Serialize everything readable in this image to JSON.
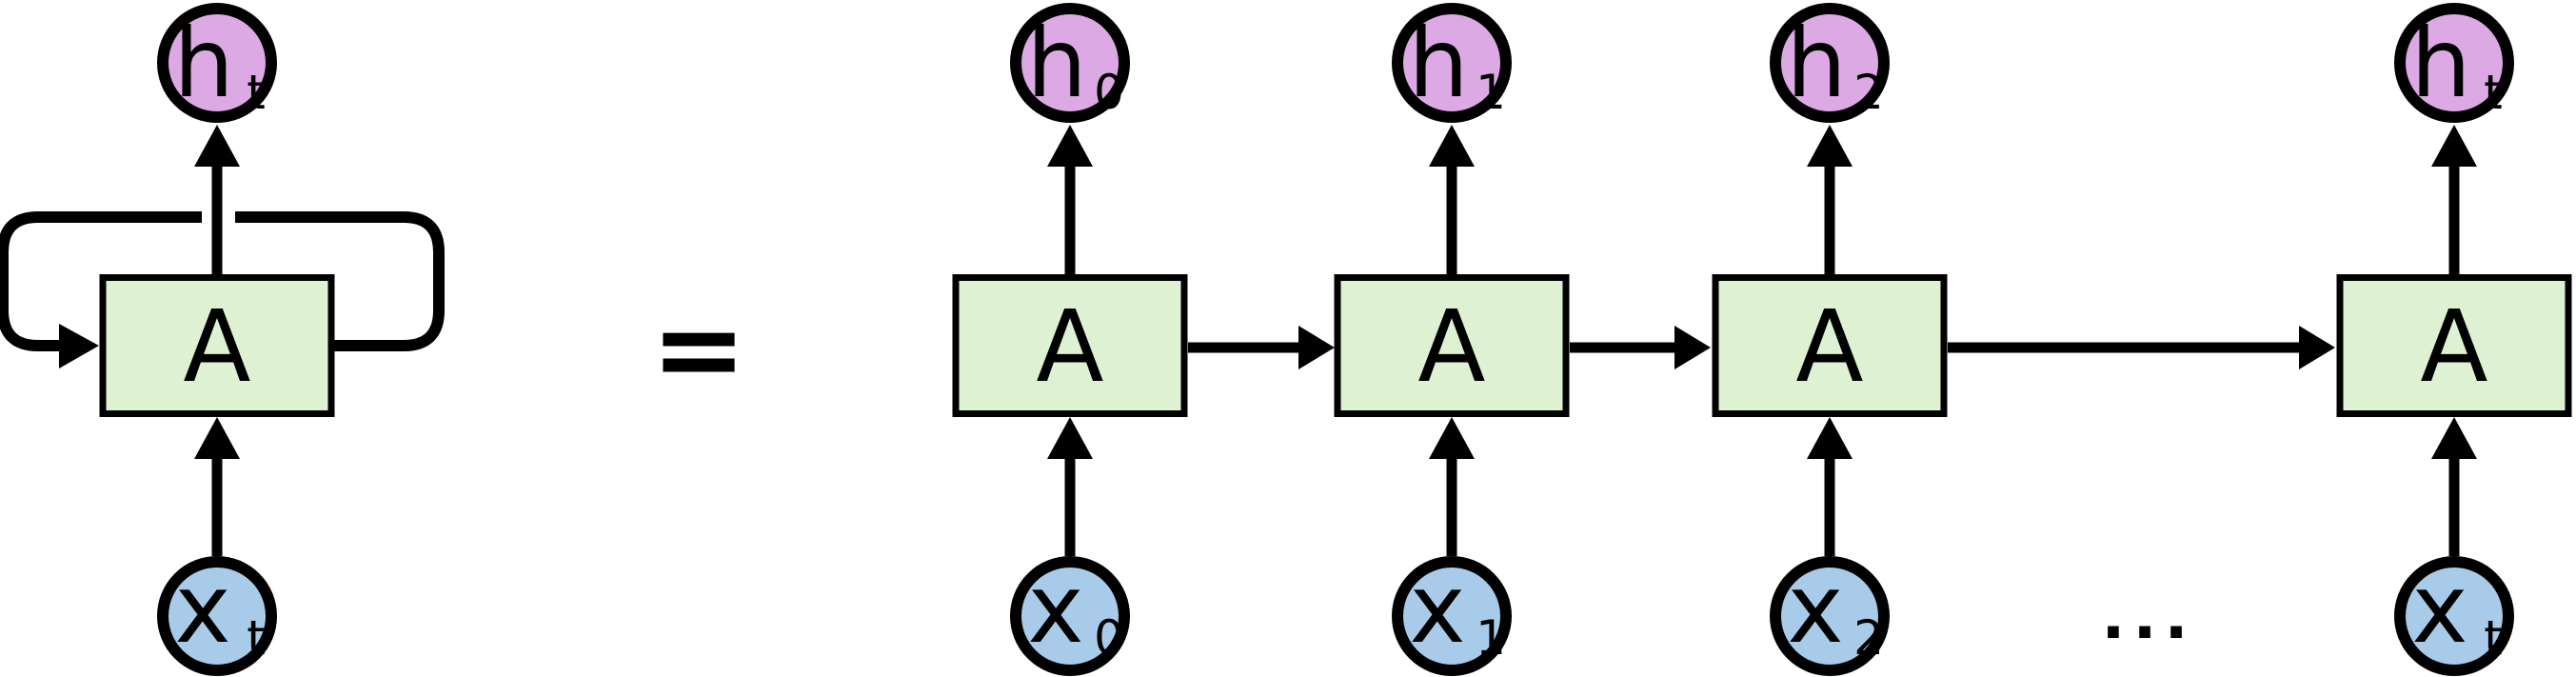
{
  "diagram": {
    "equals": "=",
    "dots": "...",
    "colors": {
      "hidden_fill": "#dca9e4",
      "input_fill": "#a7cbe8",
      "cell_fill": "#dff1d3",
      "line": "#000000"
    },
    "rolled": {
      "hidden": {
        "base": "h",
        "sub": "t"
      },
      "cell": "A",
      "input": {
        "base": "x",
        "sub": "t"
      }
    },
    "unrolled": [
      {
        "hidden": {
          "base": "h",
          "sub": "0"
        },
        "cell": "A",
        "input": {
          "base": "x",
          "sub": "0"
        }
      },
      {
        "hidden": {
          "base": "h",
          "sub": "1"
        },
        "cell": "A",
        "input": {
          "base": "x",
          "sub": "1"
        }
      },
      {
        "hidden": {
          "base": "h",
          "sub": "2"
        },
        "cell": "A",
        "input": {
          "base": "x",
          "sub": "2"
        }
      },
      {
        "hidden": {
          "base": "h",
          "sub": "t"
        },
        "cell": "A",
        "input": {
          "base": "x",
          "sub": "t"
        }
      }
    ]
  }
}
